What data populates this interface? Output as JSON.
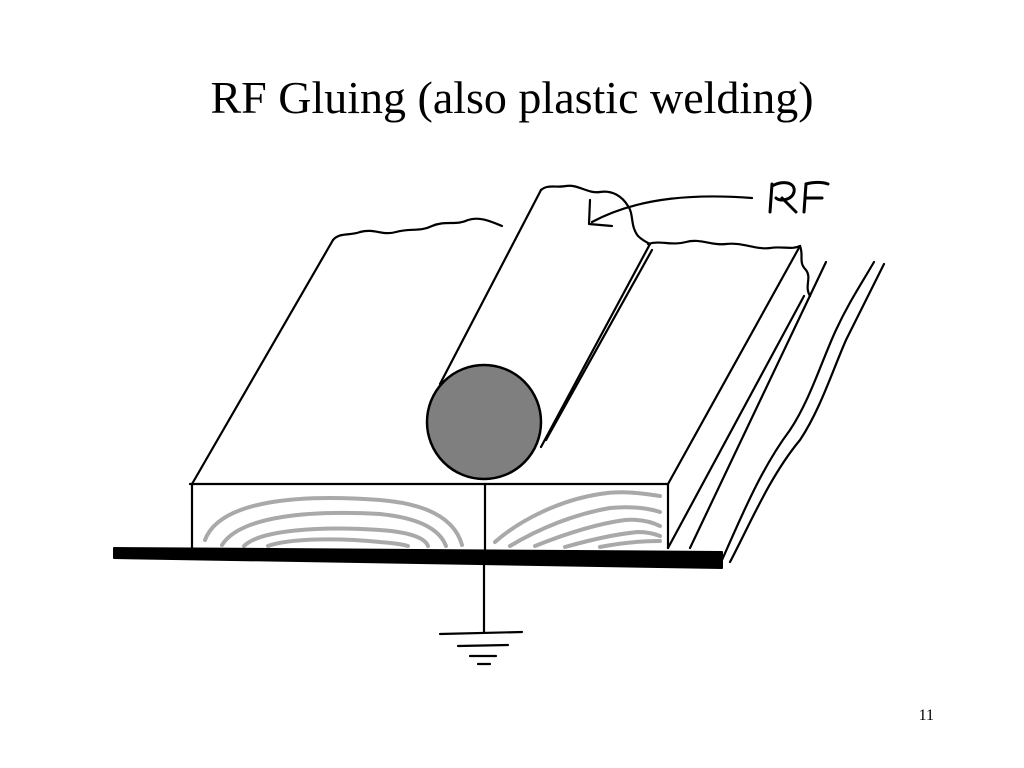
{
  "slide": {
    "title": "RF Gluing (also plastic welding)",
    "page_number": "11"
  },
  "diagram": {
    "rf_label": "RF",
    "colors": {
      "ink": "#000000",
      "electrode_fill": "#7f7f7f",
      "wood_grain": "#a9a9a9",
      "background": "#ffffff"
    },
    "parts": [
      "rf-electrode-rod",
      "wood-workpiece",
      "ground-plate",
      "ground-symbol",
      "rf-arrow"
    ]
  }
}
